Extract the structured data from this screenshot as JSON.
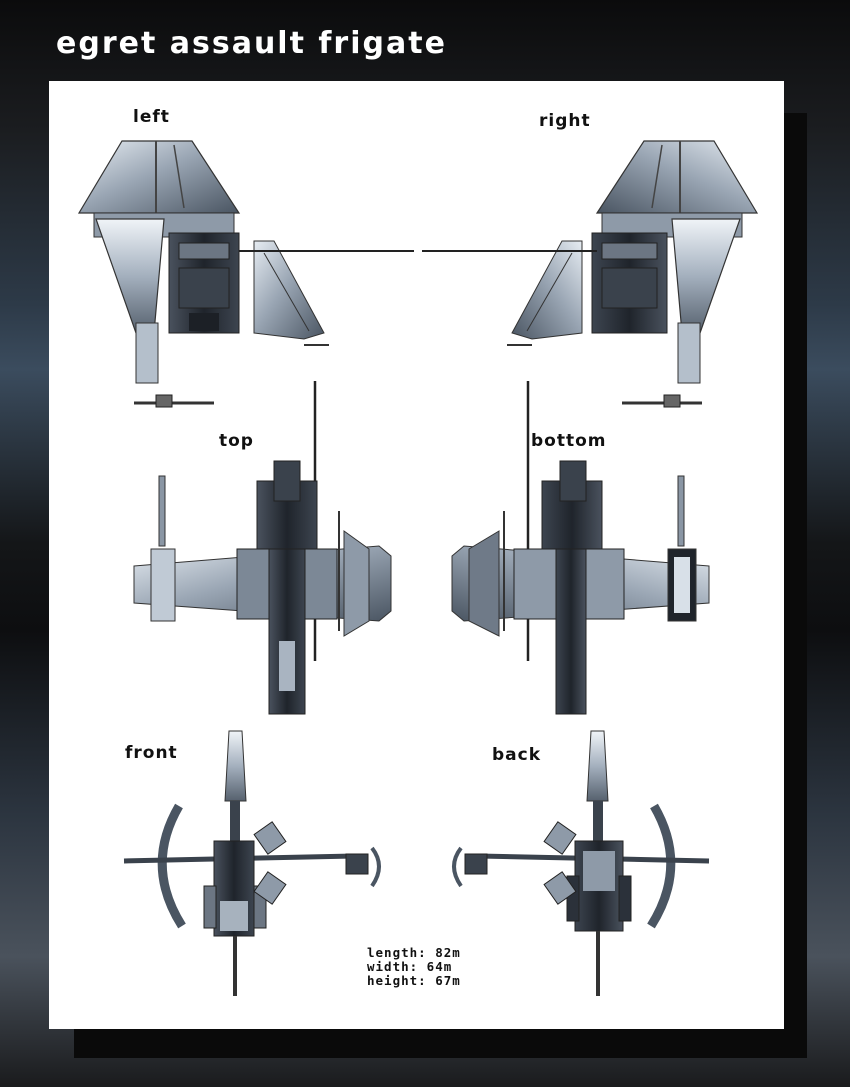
{
  "title": "egret assault frigate",
  "views": {
    "left": "left",
    "right": "right",
    "top": "top",
    "bottom": "bottom",
    "front": "front",
    "back": "back"
  },
  "specs": {
    "length": "length: 82m",
    "width": "width: 64m",
    "height": "height: 67m"
  },
  "colors": {
    "hull_light": "#c9d2dc",
    "hull_mid": "#8a96a4",
    "hull_dark": "#2b313a",
    "sheet": "#ffffff"
  }
}
